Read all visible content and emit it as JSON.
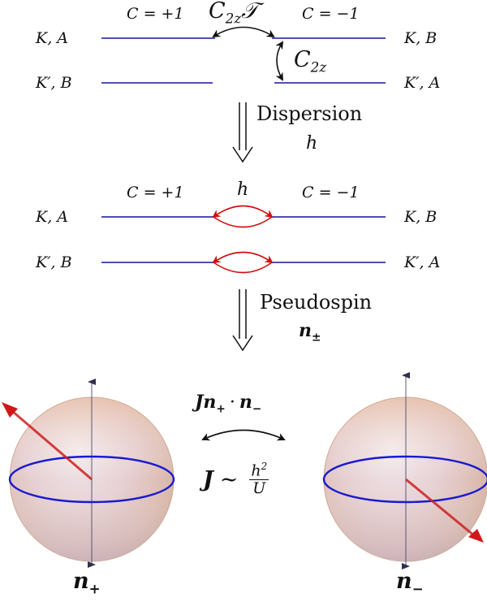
{
  "panel_top": {
    "chern_left": "C = +1",
    "chern_right": "C = −1",
    "symmetry_top": "C",
    "symmetry_top_sub": "2z",
    "symmetry_top_T": "𝒯",
    "symmetry_right": "C",
    "symmetry_right_sub": "2z",
    "left_top": "K, A",
    "left_bottom": "K′, B",
    "right_top": "K, B",
    "right_bottom": "K′, A"
  },
  "step1": {
    "word": "Dispersion",
    "symbol": "h"
  },
  "panel_mid": {
    "chern_left": "C = +1",
    "coupling": "h",
    "chern_right": "C = −1",
    "left_top": "K, A",
    "left_bottom": "K′, B",
    "right_top": "K, B",
    "right_bottom": "K′, A"
  },
  "step2": {
    "word": "Pseudospin",
    "symbol": "n",
    "symbol_sub": "±"
  },
  "panel_bottom": {
    "interaction": "Jn₊ · n₋",
    "interaction_J": "J",
    "interaction_n1": "n",
    "interaction_n1_sub": "+",
    "interaction_dot": "·",
    "interaction_n2": "n",
    "interaction_n2_sub": "−",
    "scaling_J": "J",
    "scaling_sim": "∼",
    "scaling_num": "h",
    "scaling_num_sup": "2",
    "scaling_den": "U",
    "sphere_left": "n",
    "sphere_left_sub": "+",
    "sphere_right": "n",
    "sphere_right_sub": "−"
  },
  "colors": {
    "band_line": "#1414a0",
    "coupling_arrow": "#d01010",
    "pseudospin_arrow": "#cc2020",
    "equator": "#1a1ad0"
  }
}
